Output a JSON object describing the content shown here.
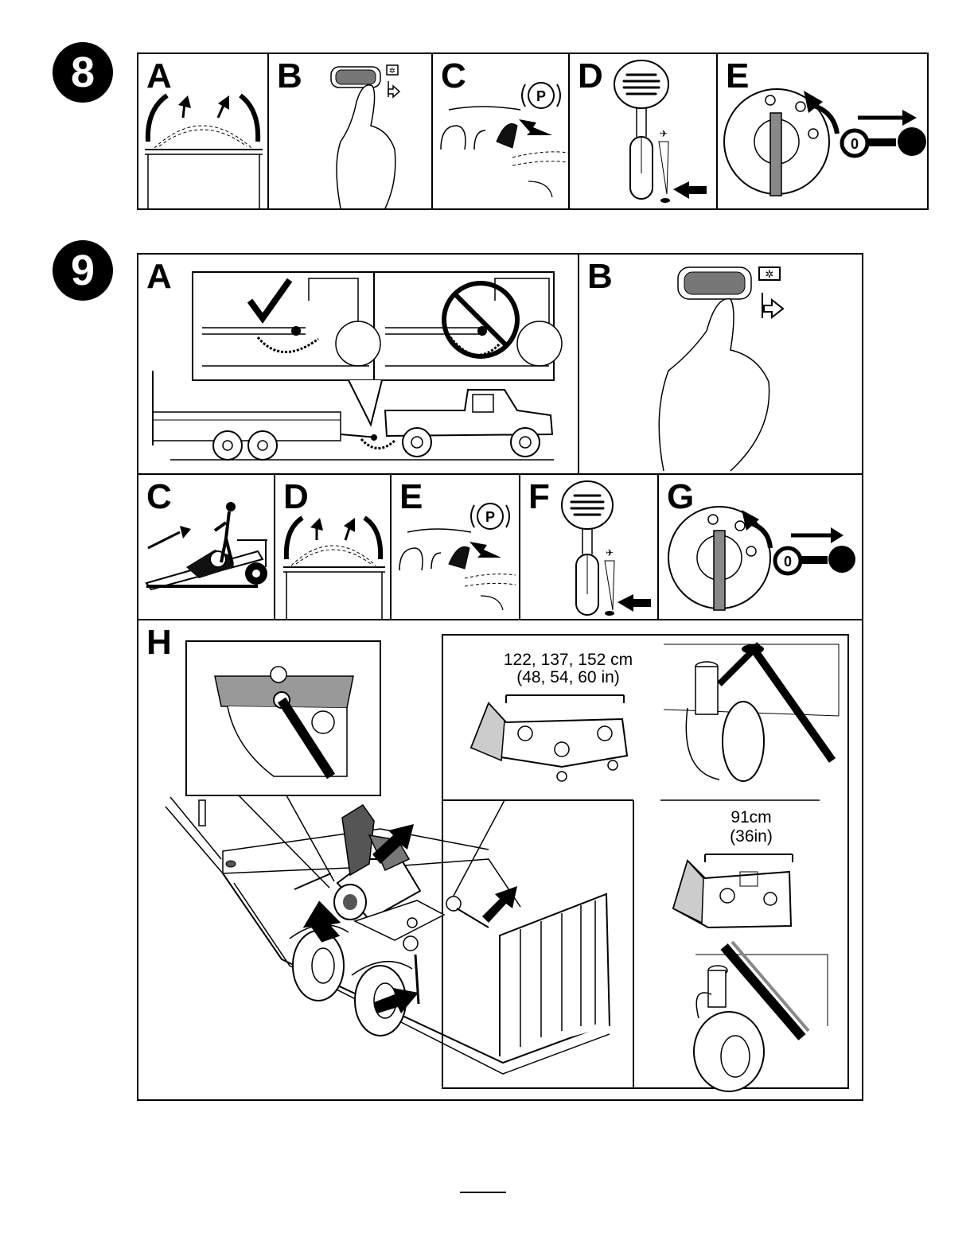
{
  "steps": [
    {
      "number": "8",
      "panels": [
        "A",
        "B",
        "C",
        "D",
        "E"
      ]
    },
    {
      "number": "9",
      "panels": [
        "A",
        "B",
        "C",
        "D",
        "E",
        "F",
        "G",
        "H"
      ]
    }
  ],
  "icons": {
    "park_brake_symbol": "P",
    "ignition_off_symbol": "0"
  },
  "dimensions": {
    "large_deck": {
      "metric": "122, 137, 152 cm",
      "imperial": "(48, 54, 60 in)"
    },
    "small_deck": {
      "metric": "91cm",
      "imperial": "(36in)"
    }
  }
}
